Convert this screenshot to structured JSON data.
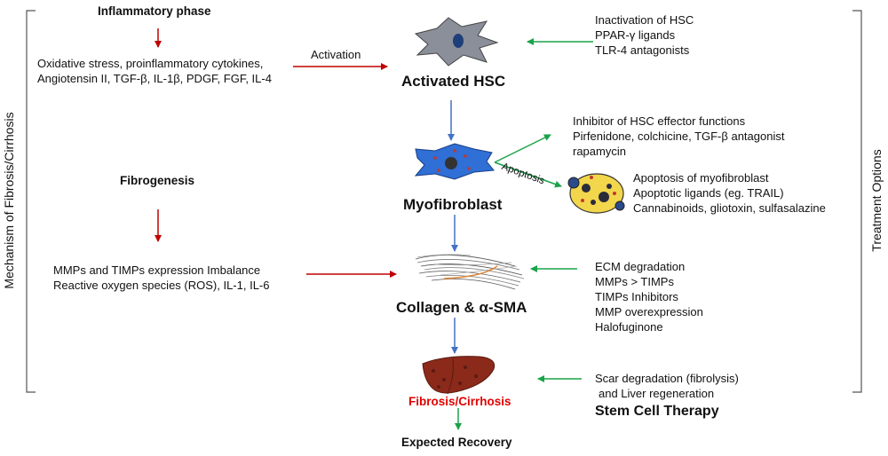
{
  "side_labels": {
    "left": "Mechanism of Fibrosis/Cirrhosis",
    "right": "Treatment Options"
  },
  "mechanism": {
    "inflammatory_heading": "Inflammatory phase",
    "inflammatory_lines": [
      "Oxidative stress, proinflammatory cytokines,",
      "Angiotensin II, TGF-β, IL-1β, PDGF, FGF, IL-4"
    ],
    "activation_label": "Activation",
    "fibrogenesis_heading": "Fibrogenesis",
    "fibrogenesis_lines": [
      "MMPs and TIMPs expression Imbalance",
      "Reactive oxygen species (ROS), IL-1, IL-6"
    ]
  },
  "nodes": {
    "activated_hsc": "Activated HSC",
    "myofibroblast": "Myofibroblast",
    "collagen": "Collagen & α-SMA",
    "fibrosis": "Fibrosis/Cirrhosis",
    "recovery": "Expected Recovery",
    "apoptosis_label": "Apoptosis"
  },
  "treatments": {
    "hsc": [
      "Inactivation of HSC",
      "PPAR-γ ligands",
      "TLR-4 antagonists"
    ],
    "effector": [
      "Inhibitor of HSC effector functions",
      "Pirfenidone, colchicine, TGF-β antagonist",
      "rapamycin"
    ],
    "apoptosis": [
      "Apoptosis of myofibroblast",
      "Apoptotic ligands (eg. TRAIL)",
      "Cannabinoids, gliotoxin, sulfasalazine"
    ],
    "ecm": [
      "ECM degradation",
      "MMPs > TIMPs",
      "TIMPs Inhibitors",
      "MMP overexpression",
      "Halofuginone"
    ],
    "scar": [
      "Scar degradation (fibrolysis)",
      "and Liver regeneration"
    ],
    "stem_cell": "Stem Cell Therapy"
  },
  "colors": {
    "red_arrow": "#c00000",
    "blue_arrow": "#4472c4",
    "green_arrow": "#1aa34a",
    "fibrosis_text": "#e00000",
    "cell_blue": "#2f6fd6",
    "cell_gray": "#8a8f99",
    "liver": "#8b2a1a"
  }
}
